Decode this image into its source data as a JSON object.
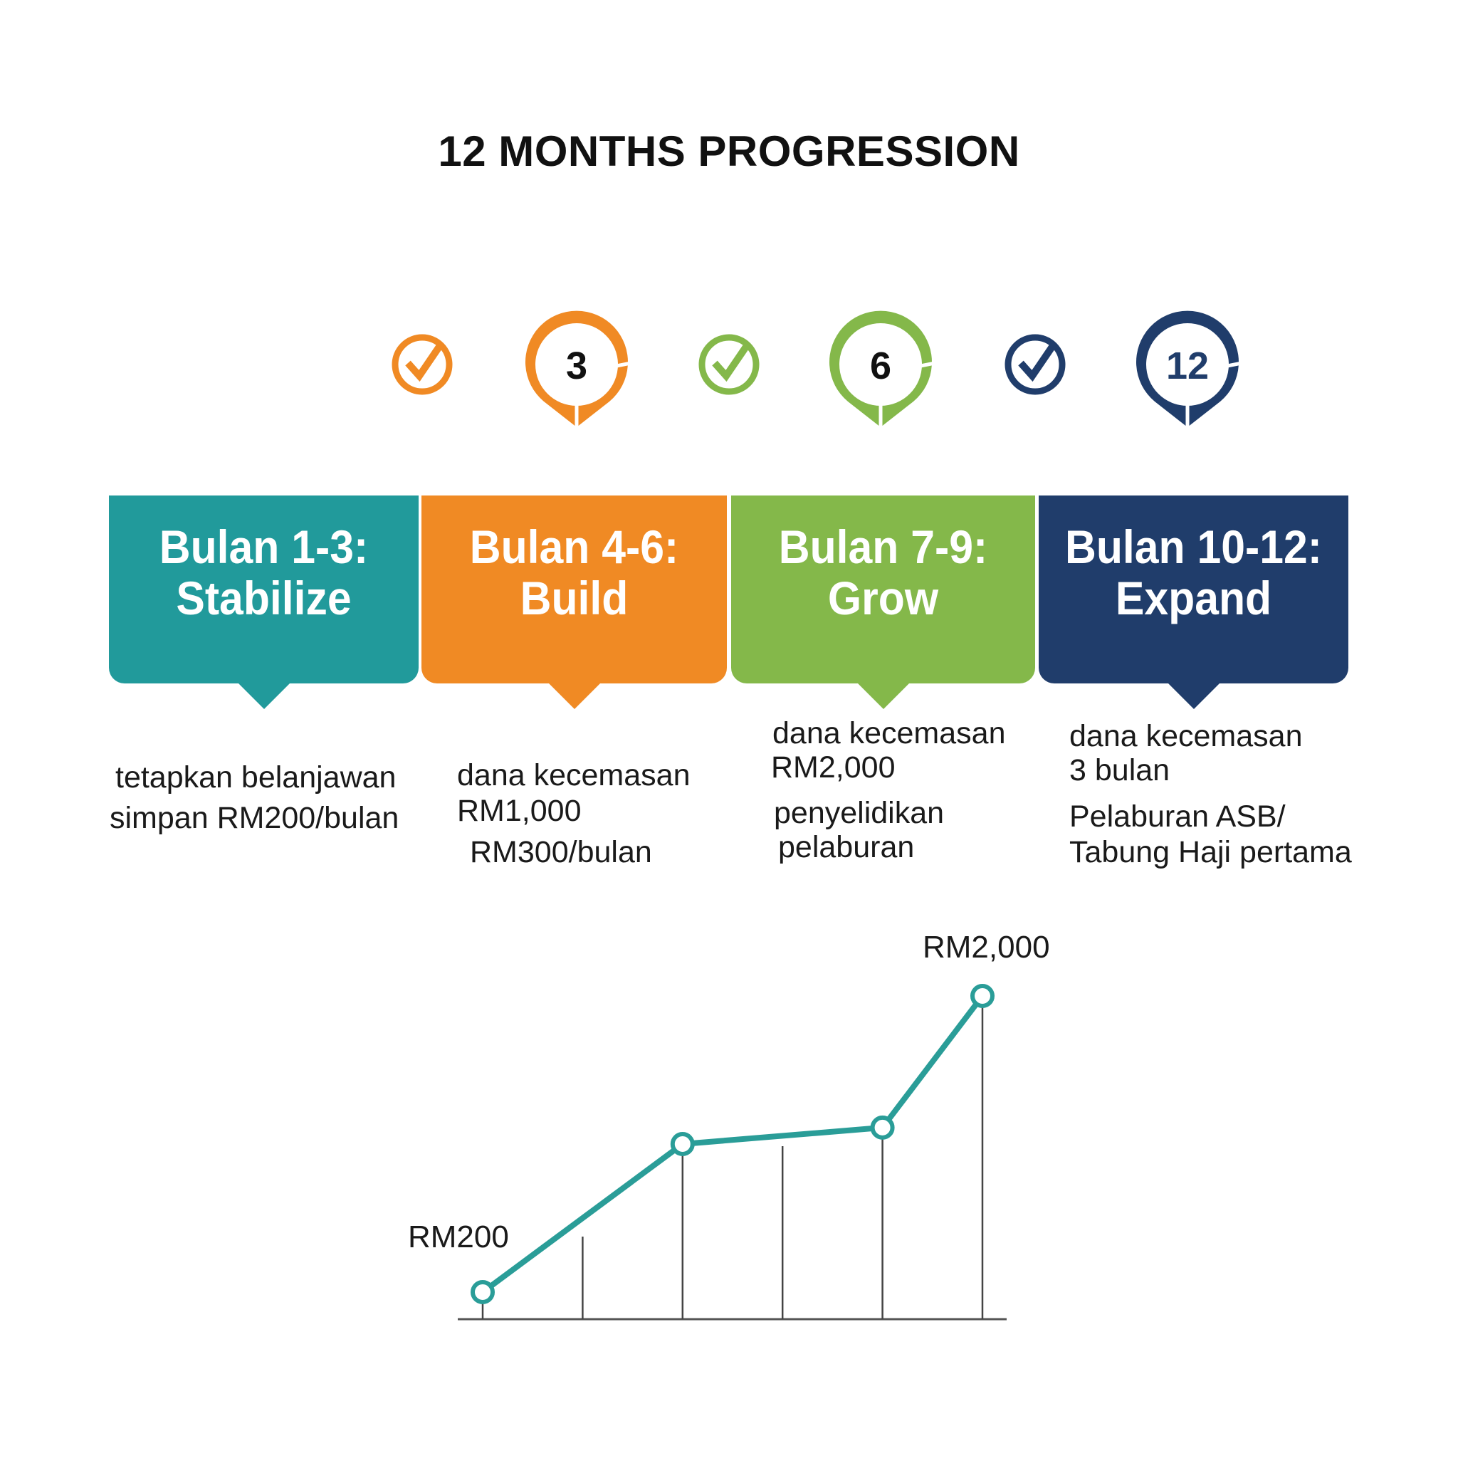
{
  "title": "12 MONTHS PROGRESSION",
  "colors": {
    "teal": "#219a9b",
    "orange": "#f08a24",
    "green": "#84b84a",
    "navy": "#203d6b",
    "line": "#2a9d98"
  },
  "milestones": [
    {
      "type": "check",
      "color": "orange",
      "icon": "check-circle-icon"
    },
    {
      "type": "pin",
      "label": "3",
      "color": "orange",
      "icon": "map-pin-icon"
    },
    {
      "type": "check",
      "color": "green",
      "icon": "check-circle-icon"
    },
    {
      "type": "pin",
      "label": "6",
      "color": "green",
      "icon": "map-pin-icon"
    },
    {
      "type": "check",
      "color": "navy",
      "icon": "check-circle-icon"
    },
    {
      "type": "pin",
      "label": "12",
      "color": "navy",
      "icon": "map-pin-icon"
    }
  ],
  "phases": [
    {
      "line1": "Bulan 1-3:",
      "line2": "Stabilize",
      "color": "teal",
      "desc": [
        "tetapkan belanjawan",
        "simpan RM200/bulan"
      ]
    },
    {
      "line1": "Bulan 4-6:",
      "line2": "Build",
      "color": "orange",
      "desc": [
        "dana kecemasan",
        "RM1,000",
        "RM300/bulan"
      ]
    },
    {
      "line1": "Bulan 7-9:",
      "line2": "Grow",
      "color": "green",
      "desc": [
        "dana kecemasan",
        "RM2,000",
        "penyelidikan",
        "pelaburan"
      ]
    },
    {
      "line1": "Bulan 10-12:",
      "line2": "Expand",
      "color": "navy",
      "desc": [
        "dana kecemasan",
        "3 bulan",
        "Pelaburan ASB/",
        "Tabung Haji pertama"
      ]
    }
  ],
  "chart_data": {
    "type": "line",
    "title": "",
    "xlabel": "",
    "ylabel": "",
    "x_ticks": [
      0,
      1,
      2,
      3,
      4,
      5
    ],
    "x": [
      0,
      2,
      4,
      5
    ],
    "values": [
      200,
      1100,
      1200,
      2000
    ],
    "annotations": [
      {
        "index": 0,
        "text": "RM200"
      },
      {
        "index": 3,
        "text": "RM2,000"
      }
    ],
    "grid": false
  }
}
